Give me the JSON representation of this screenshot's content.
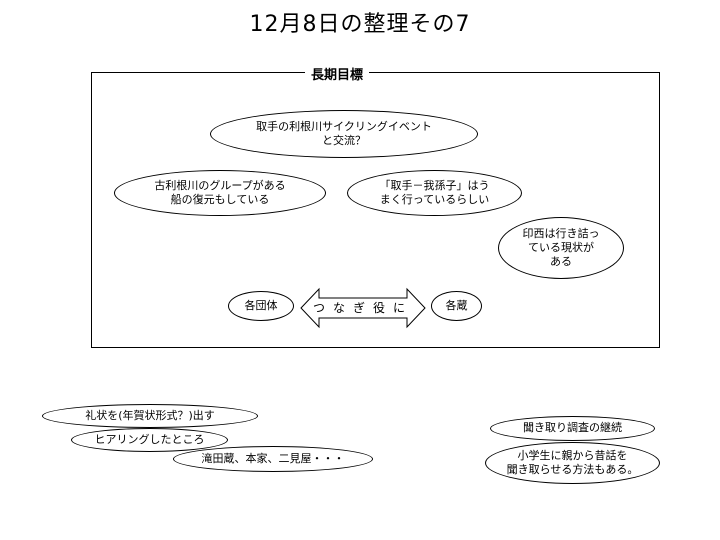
{
  "slide": {
    "title": "12月8日の整理その7"
  },
  "frame": {
    "label": "長期目標"
  },
  "goals": {
    "tone_river_event": "取手の利根川サイクリングイベント\nと交流？",
    "old_tone_group": "古利根川のグループがある\n船の復元もしている",
    "toride_abiko": "「取手－我孫子」はう\nまく行っているらしい",
    "inzai_status": "印西は行き詰っ\nている現状が\nある"
  },
  "bridge": {
    "left_node": "各団体",
    "arrow_label": "つなぎ役に",
    "right_node": "各蔵"
  },
  "actions": {
    "thank_you_letter": "礼状を(年賀状形式？)出す",
    "interview_visits": "ヒアリングしたところ",
    "visited_places": "滝田蔵、本家、二見屋・・・",
    "continue_interviews": "聞き取り調査の継続",
    "children_stories": "小学生に親から昔話を\n聞き取らせる方法もある。"
  }
}
